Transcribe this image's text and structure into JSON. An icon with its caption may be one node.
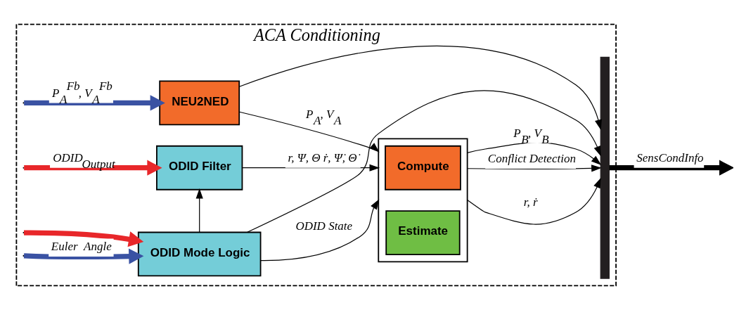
{
  "diagram": {
    "nodes": [
      {
        "text": [
          "ACA Conditioning"
        ]
      },
      {
        "text": [
          "NEU2NED"
        ],
        "in": 0
      },
      {
        "text": [
          "ODID Filter"
        ],
        "in": 0
      },
      {
        "text": [
          "ODID Mode Logic"
        ],
        "in": 0
      },
      {
        "text": [],
        "shape": "box",
        "in": 0
      },
      {
        "text": [
          "Compute"
        ],
        "in": 4
      },
      {
        "text": [
          "Estimate"
        ],
        "in": 4
      },
      {
        "text": [],
        "shape": "bar",
        "in": 0
      }
    ],
    "edges": [
      {
        "from": null,
        "to": 1,
        "arrow": "to",
        "label": "P⃗$_{A}$$^{Fb}$, V⃗$_{A}$$^{Fb}$",
        "style": "thick",
        "color": "#3a52a3"
      },
      {
        "from": null,
        "to": 2,
        "arrow": "to",
        "label": "ODID$_{Output}$",
        "style": "thick",
        "color": "#e8272a"
      },
      {
        "from": null,
        "to": 3,
        "arrow": "to",
        "style": "thick",
        "color": "#e8272a"
      },
      {
        "from": null,
        "to": 3,
        "arrow": "to",
        "label": "Euler  Angle",
        "style": "thick",
        "color": "#3a52a3"
      },
      {
        "from": 1,
        "to": 4,
        "arrow": "to",
        "label": "P⃗$_{A}$, V⃗$_{A}$"
      },
      {
        "from": 1,
        "to": 7,
        "arrow": "to"
      },
      {
        "from": 2,
        "to": 4,
        "arrow": "to",
        "label": "r, Ψ, Θ ṙ, Ψ̇, Θ̇"
      },
      {
        "from": 3,
        "to": 2,
        "arrow": "to"
      },
      {
        "from": 3,
        "to": 4,
        "arrow": "to",
        "label": "ODID State"
      },
      {
        "from": 3,
        "to": 7,
        "arrow": "to"
      },
      {
        "from": 4,
        "to": 7,
        "arrow": "to",
        "label": "r, ṙ"
      },
      {
        "from": 4,
        "to": 7,
        "arrow": "to",
        "label": "Conflict Detection"
      },
      {
        "from": 4,
        "to": 7,
        "arrow": "to",
        "label": "P⃗$_{B}$, V⃗$_{B}$"
      },
      {
        "from": 7,
        "to": null,
        "arrow": "to",
        "label": "SensCondInfo",
        "style": "thick"
      }
    ]
  }
}
